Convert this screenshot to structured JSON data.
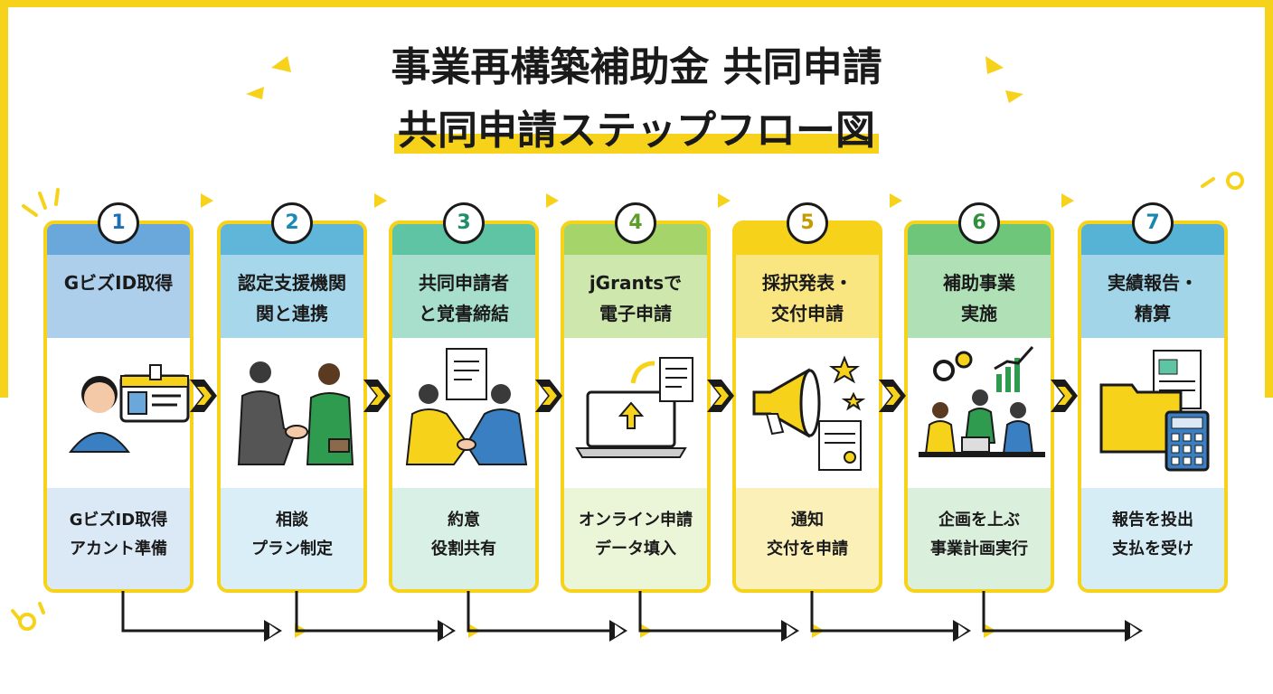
{
  "title": {
    "line1": "事業再構築補助金 共同申請",
    "line2": "共同申請ステップフロー図"
  },
  "colors": {
    "accent": "#f6d21a",
    "ink": "#1a1a1a"
  },
  "steps": [
    {
      "number": "1",
      "label_lines": [
        "GビズID取得"
      ],
      "desc_lines": [
        "GビズID取得",
        "アカント準備"
      ],
      "head_color": "#6aa8dc",
      "foot_color": "#dbe9f6",
      "num_color": "#1f6fb5",
      "icon": "id-card-icon"
    },
    {
      "number": "2",
      "label_lines": [
        "認定支援機関",
        "関と連携"
      ],
      "desc_lines": [
        "相談",
        "プラン制定"
      ],
      "head_color": "#5fb6d8",
      "foot_color": "#d9eef7",
      "num_color": "#1c8ab5",
      "icon": "handshake-icon"
    },
    {
      "number": "3",
      "label_lines": [
        "共同申請者",
        "と覚書締結"
      ],
      "desc_lines": [
        "約意",
        "役割共有"
      ],
      "head_color": "#5fc4a3",
      "foot_color": "#d8f0e5",
      "num_color": "#1d8d6a",
      "icon": "agreement-icon"
    },
    {
      "number": "4",
      "label_lines": [
        "jGrantsで",
        "電子申請"
      ],
      "desc_lines": [
        "オンライン申請",
        "データ填入"
      ],
      "head_color": "#a4d46a",
      "foot_color": "#ebf5d7",
      "num_color": "#5b9e2a",
      "icon": "laptop-upload-icon"
    },
    {
      "number": "5",
      "label_lines": [
        "採択発表・",
        "交付申請"
      ],
      "desc_lines": [
        "通知",
        "交付を申請"
      ],
      "head_color": "#f6d21a",
      "foot_color": "#fbf1b8",
      "num_color": "#c79b00",
      "icon": "megaphone-icon"
    },
    {
      "number": "6",
      "label_lines": [
        "補助事業",
        "実施"
      ],
      "desc_lines": [
        "企画を上ぶ",
        "事業計画実行"
      ],
      "head_color": "#6ec67a",
      "foot_color": "#dbf0dc",
      "num_color": "#2f8f3c",
      "icon": "team-work-icon"
    },
    {
      "number": "7",
      "label_lines": [
        "実績報告・",
        "精算"
      ],
      "desc_lines": [
        "報告を投出",
        "支払を受け"
      ],
      "head_color": "#56b3d6",
      "foot_color": "#d7edf6",
      "num_color": "#1a86b0",
      "icon": "folder-calculator-icon"
    }
  ]
}
